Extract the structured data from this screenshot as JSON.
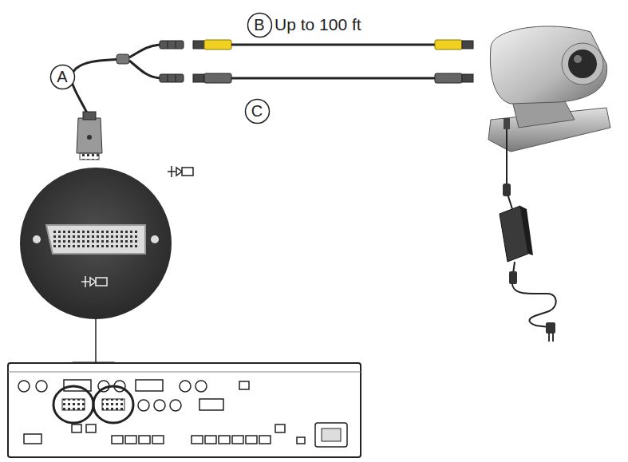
{
  "diagram": {
    "nodes": [
      {
        "text": [
          "A"
        ]
      },
      {
        "text": [
          "B"
        ]
      },
      {
        "text": [
          "C"
        ]
      }
    ],
    "labels": [
      "Up to 100 ft"
    ]
  }
}
